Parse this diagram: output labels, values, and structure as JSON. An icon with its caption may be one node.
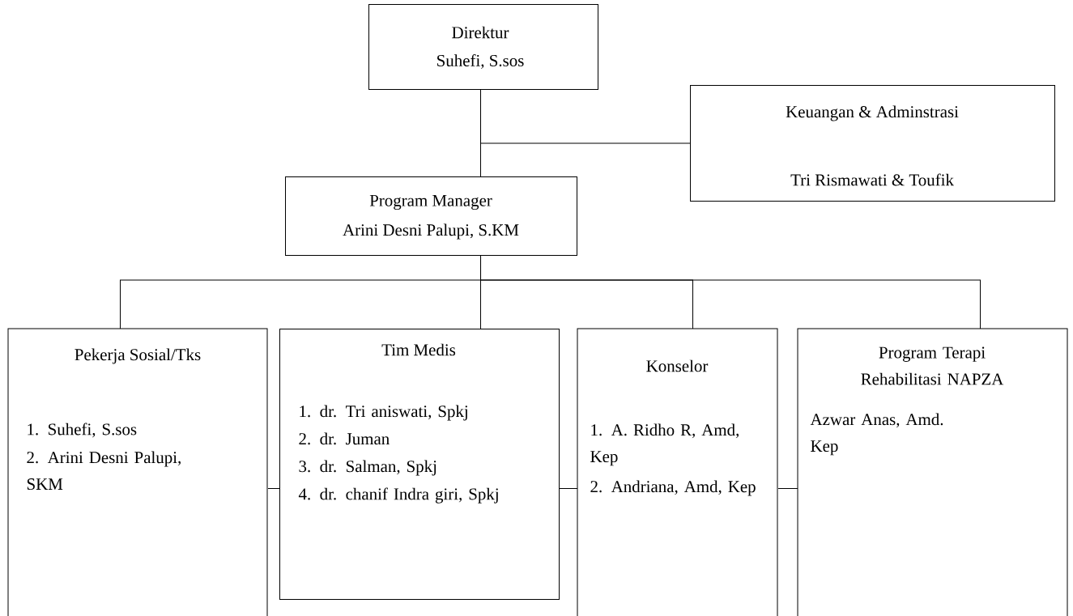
{
  "diagram": {
    "nodes": [
      {
        "text": [
          "Direktur",
          "Suhefi, S.sos"
        ]
      },
      {
        "text": [
          "Keuangan & Adminstrasi",
          "Tri Rismawati & Toufik"
        ]
      },
      {
        "text": [
          "Program Manager",
          "Arini Desni Palupi, S.KM"
        ]
      },
      {
        "text": [
          "Pekerja Sosial/Tks",
          "1. Suhefi, S.sos",
          "2. Arini Desni Palupi, SKM"
        ]
      },
      {
        "text": [
          "Tim Medis",
          "1. dr. Tri aniswati, Spkj",
          "2. dr. Juman",
          "3. dr. Salman, Spkj",
          "4. dr. chanif Indra giri, Spkj"
        ]
      },
      {
        "text": [
          "Konselor",
          "1. A. Ridho R, Amd, Kep",
          "2. Andriana, Amd, Kep"
        ]
      },
      {
        "text": [
          "Program Terapi Rehabilitasi NAPZA",
          "Azwar Anas, Amd. Kep"
        ]
      }
    ],
    "edges": [
      {
        "from": 0,
        "to": 2,
        "arrow": "none"
      },
      {
        "from": 0,
        "to": 1,
        "arrow": "none"
      },
      {
        "from": 2,
        "to": 3,
        "arrow": "none"
      },
      {
        "from": 2,
        "to": 4,
        "arrow": "none"
      },
      {
        "from": 2,
        "to": 5,
        "arrow": "none"
      },
      {
        "from": 2,
        "to": 6,
        "arrow": "none"
      },
      {
        "from": 3,
        "to": 4,
        "arrow": "none"
      },
      {
        "from": 4,
        "to": 5,
        "arrow": "none"
      },
      {
        "from": 5,
        "to": 6,
        "arrow": "none"
      }
    ]
  }
}
